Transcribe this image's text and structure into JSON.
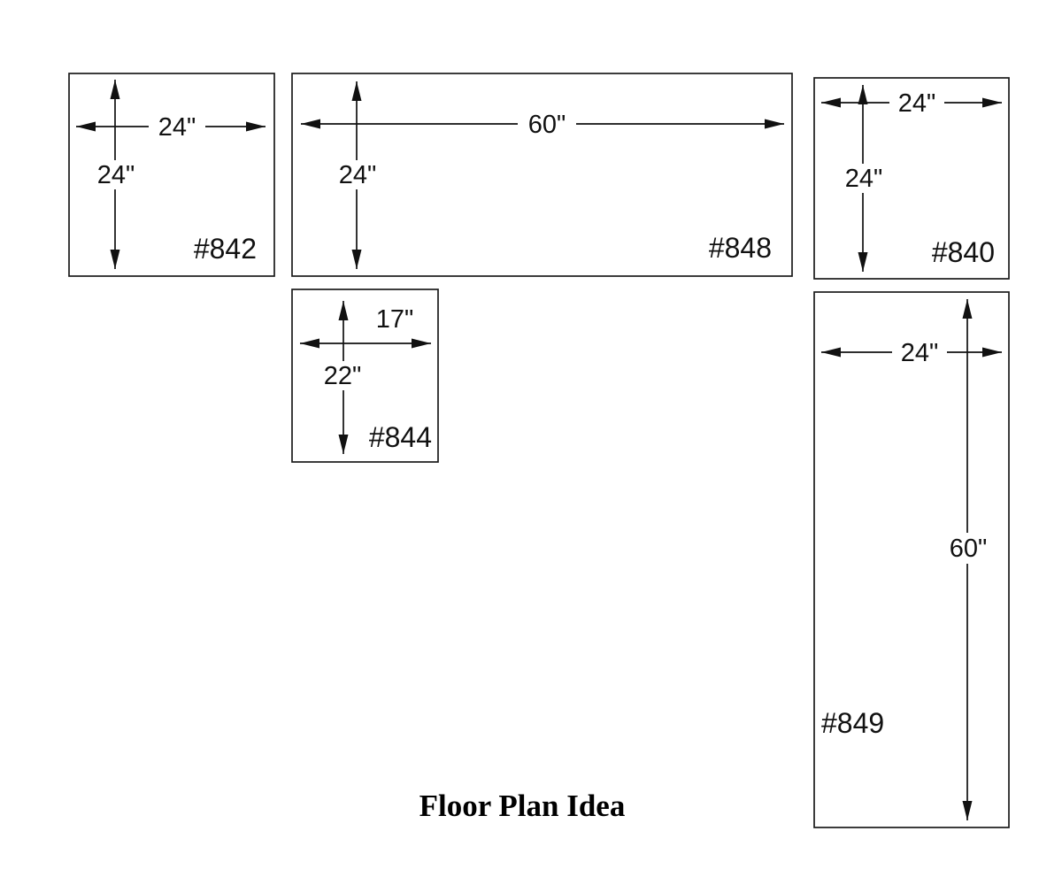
{
  "title": "Floor Plan Idea",
  "items": [
    {
      "id": "#842",
      "width_label": "24\"",
      "height_label": "24\""
    },
    {
      "id": "#848",
      "width_label": "60\"",
      "height_label": "24\""
    },
    {
      "id": "#840",
      "width_label": "24\"",
      "height_label": "24\""
    },
    {
      "id": "#844",
      "width_label": "17\"",
      "height_label": "22\""
    },
    {
      "id": "#849",
      "width_label": "24\"",
      "height_label": "60\""
    }
  ]
}
